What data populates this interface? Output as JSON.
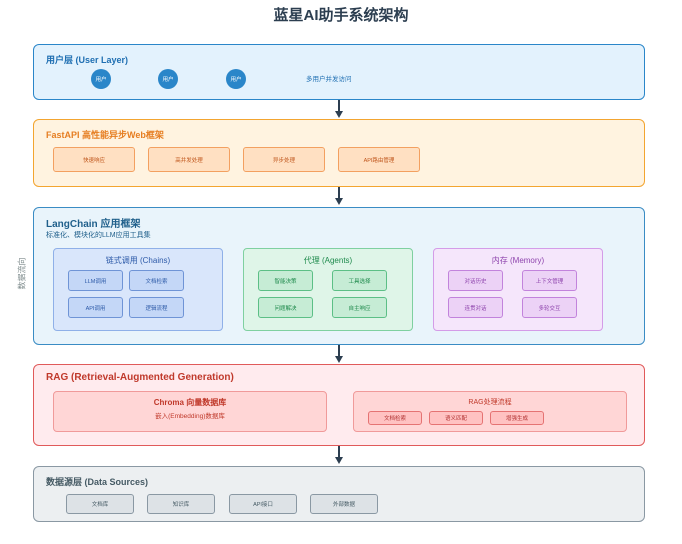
{
  "title": "蓝星AI助手系统架构",
  "side_label": "数据流向",
  "user_layer": {
    "title": "用户层 (User Layer)",
    "users": [
      "用户",
      "用户",
      "用户"
    ],
    "note": "多用户并发访问"
  },
  "fastapi": {
    "title": "FastAPI 高性能异步Web框架",
    "items": [
      "快速响应",
      "高并发处理",
      "异步处理",
      "API路由管理"
    ]
  },
  "langchain": {
    "title": "LangChain 应用框架",
    "subtitle": "标准化、模块化的LLM应用工具集",
    "chains": {
      "title": "链式调用 (Chains)",
      "items": [
        "LLM调用",
        "文档检索",
        "API调用",
        "逻辑流程"
      ]
    },
    "agents": {
      "title": "代理 (Agents)",
      "items": [
        "智能决策",
        "工具选择",
        "问题解决",
        "自主响应"
      ]
    },
    "memory": {
      "title": "内存 (Memory)",
      "items": [
        "对话历史",
        "上下文管理",
        "连贯对话",
        "多轮交互"
      ]
    }
  },
  "rag": {
    "title": "RAG (Retrieval-Augmented Generation)",
    "chroma": {
      "title": "Chroma 向量数据库",
      "subtitle": "嵌入(Embedding)数据库"
    },
    "process": {
      "title": "RAG处理流程",
      "items": [
        "文档检索",
        "语义匹配",
        "增强生成"
      ]
    }
  },
  "data_sources": {
    "title": "数据源层 (Data Sources)",
    "items": [
      "文档库",
      "知识库",
      "API接口",
      "外部数据"
    ]
  },
  "colors": {
    "user": "#e3f2fd",
    "fastapi": "#fff3e0",
    "langchain": "#e6f3fb",
    "rag": "#ffebee",
    "data": "#eceff1"
  }
}
